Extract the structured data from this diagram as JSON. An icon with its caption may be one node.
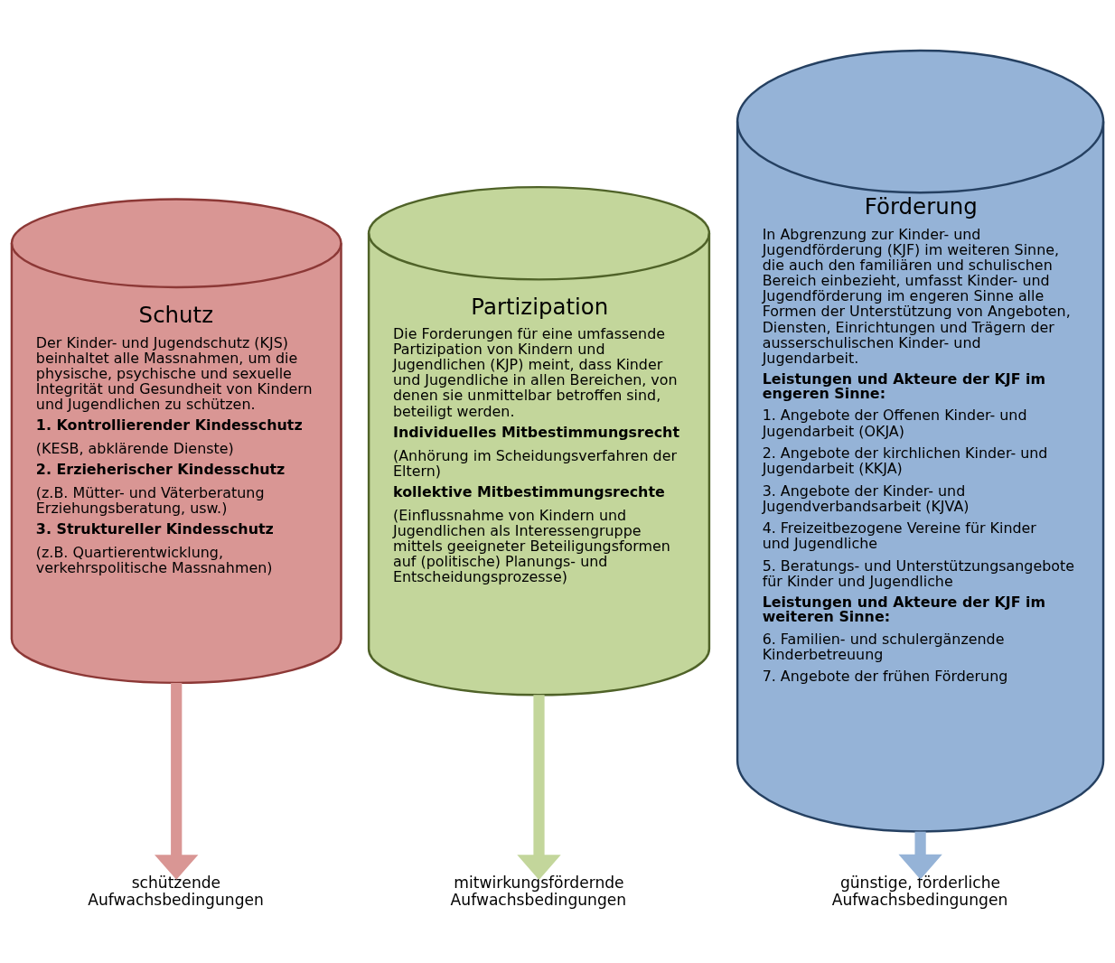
{
  "diagram": {
    "nodes": [
      {
        "text": [
          "Schutz",
          "Der Kinder- und Jugendschutz (KJS) beinhaltet alle Massnahmen, um die physische, psychische und sexuelle Integrität und Gesundheit von Kindern und Jugendlichen zu schützen.",
          "1. Kontrollierender Kindesschutz",
          "(KESB, abklärende Dienste)",
          "2. Erzieherischer Kindesschutz",
          "(z.B. Mütter- und Väterberatung Erziehungsberatung, usw.)",
          "3. Struktureller Kindesschutz",
          "(z.B. Quartierentwicklung, verkehrspolitische Massnahmen)"
        ]
      },
      {
        "text": [
          "Partizipation",
          "Die Forderungen für eine umfassende Partizipation von Kindern und Jugendlichen (KJP) meint, dass Kinder und Jugendliche in allen Bereichen, von denen sie unmittelbar betroffen sind, beteiligt werden.",
          "Individuelles Mitbestimmungsrecht",
          "(Anhörung im Scheidungsverfahren der Eltern)",
          "kollektive Mitbestimmungsrechte",
          "(Einflussnahme von Kindern und Jugendlichen als Interessengruppe mittels geeigneter Beteiligungsformen auf (politische) Planungs- und Entscheidungsprozesse)"
        ]
      },
      {
        "text": [
          "Förderung",
          "In Abgrenzung zur Kinder- und Jugendförderung (KJF) im weiteren Sinne, die auch den familiären und schulischen Bereich einbezieht, umfasst Kinder- und Jugendförderung im engeren Sinne alle Formen der Unterstützung von Angeboten, Diensten, Einrichtungen und Trägern der ausserschulischen Kinder- und Jugendarbeit.",
          "Leistungen und Akteure der KJF im engeren Sinne:",
          "1. Angebote der Offenen Kinder- und Jugendarbeit (OKJA)",
          "2. Angebote der kirchlichen Kinder- und Jugendarbeit (KKJA)",
          "3. Angebote der Kinder- und Jugendverbandsarbeit (KJVA)",
          "4. Freizeitbezogene Vereine für Kinder und Jugendliche",
          "5. Beratungs- und Unterstützungsangebote für Kinder und Jugendliche",
          "Leistungen und Akteure der KJF im weiteren Sinne:",
          "6. Familien- und schulergänzende Kinderbetreuung",
          "7. Angebote der frühen Förderung"
        ]
      },
      {
        "text": [
          "schützende Aufwachsbedingungen"
        ]
      },
      {
        "text": [
          "mitwirkungsfördernde Aufwachsbedingungen"
        ]
      },
      {
        "text": [
          "günstige, förderliche Aufwachsbedingungen"
        ]
      }
    ],
    "edges": [
      {
        "from": 0,
        "to": 3,
        "arrow": "to",
        "color": "#d99694"
      },
      {
        "from": 1,
        "to": 4,
        "arrow": "to",
        "color": "#c3d69b"
      },
      {
        "from": 2,
        "to": 5,
        "arrow": "to",
        "color": "#95b3d7"
      }
    ]
  }
}
